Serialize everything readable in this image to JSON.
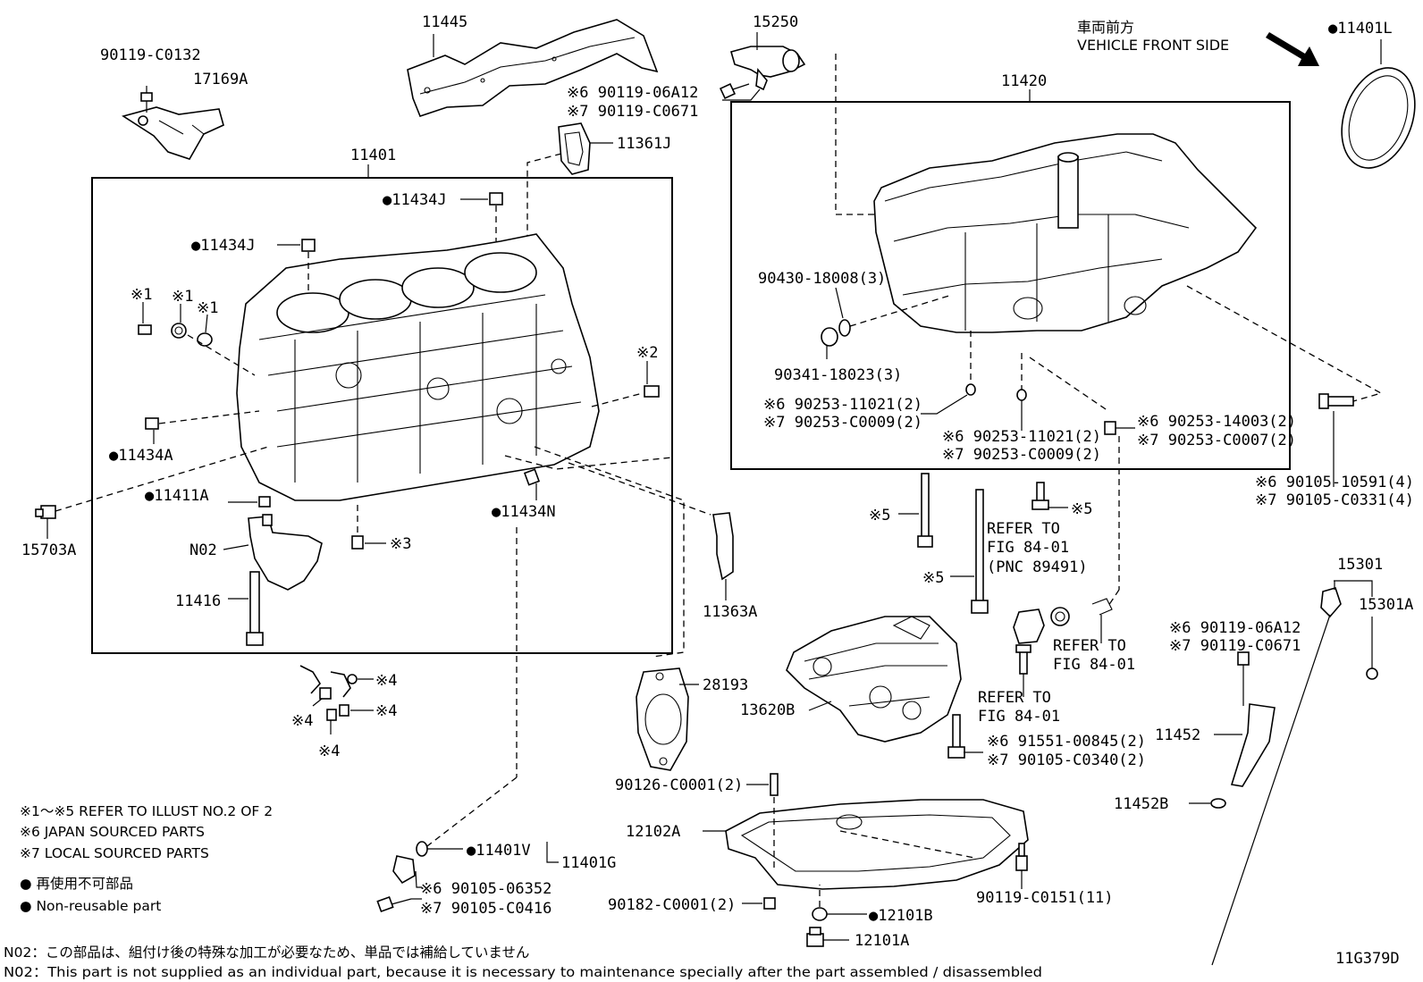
{
  "diagram_code": "11G379D",
  "header": {
    "direction_jp": "車両前方",
    "direction_en": "VEHICLE FRONT SIDE"
  },
  "labels": {
    "p90119_C0132": "90119-C0132",
    "p17169A": "17169A",
    "p11445": "11445",
    "p15250": "15250",
    "p90119_06A12_a": "※6 90119-06A12",
    "p90119_C0671_a": "※7 90119-C0671",
    "p11361J": "11361J",
    "p11420": "11420",
    "p11401L": "●11401L",
    "p11401": "11401",
    "p11434J_a": "●11434J",
    "p11434J_b": "●11434J",
    "star1_a": "※1",
    "star1_b": "※1",
    "star1_c": "※1",
    "star2": "※2",
    "p11434A": "●11434A",
    "p11411A": "●11411A",
    "p11434N": "●11434N",
    "p15703A": "15703A",
    "pN02": "N02",
    "star3": "※3",
    "p11416": "11416",
    "p11363A": "11363A",
    "p90430": "90430-18008(3)",
    "p90341": "90341-18023(3)",
    "p90253_11021_a": "※6 90253-11021(2)",
    "p90253_C0009_a": "※7 90253-C0009(2)",
    "p90253_11021_b": "※6 90253-11021(2)",
    "p90253_C0009_b": "※7 90253-C0009(2)",
    "p90253_14003": "※6 90253-14003(2)",
    "p90253_C0007": "※7 90253-C0007(2)",
    "p90105_10591": "※6 90105-10591(4)",
    "p90105_C0331": "※7 90105-C0331(4)",
    "star5_a": "※5",
    "star5_b": "※5",
    "star5_c": "※5",
    "refer1_a": "REFER TO",
    "refer1_b": "FIG 84-01",
    "refer1_c": "(PNC 89491)",
    "refer2_a": "REFER TO",
    "refer2_b": "FIG 84-01",
    "refer3_a": "REFER TO",
    "refer3_b": "FIG 84-01",
    "p15301": "15301",
    "p15301A": "15301A",
    "p90119_06A12_b": "※6 90119-06A12",
    "p90119_C0671_b": "※7 90119-C0671",
    "p28193": "28193",
    "p13620B": "13620B",
    "p91551": "※6 91551-00845(2)",
    "p90105_C0340": "※7 90105-C0340(2)",
    "p11452": "11452",
    "p11452B": "11452B",
    "star4_a": "※4",
    "star4_b": "※4",
    "star4_c": "※4",
    "star4_d": "※4",
    "p90126": "90126-C0001(2)",
    "p12102A": "12102A",
    "p11401V": "●11401V",
    "p11401G": "11401G",
    "p90105_06352": "※6 90105-06352",
    "p90105_C0416": "※7 90105-C0416",
    "p90182": "90182-C0001(2)",
    "p12101B": "●12101B",
    "p12101A": "12101A",
    "p90119_C0151": "90119-C0151(11)"
  },
  "legend": {
    "line1": "※1～※5  REFER TO ILLUST NO.2 OF 2",
    "line2": "※6 JAPAN SOURCED PARTS",
    "line3": "※7 LOCAL SOURCED PARTS",
    "line4": "● 再使用不可部品",
    "line5": "● Non-reusable part"
  },
  "footnote": {
    "jp": "N02：この部品は、組付け後の特殊な加工が必要なため、単品では補給していません",
    "en": "N02：This part is not supplied as an individual part, because it is necessary to maintenance specially after the part assembled / disassembled"
  }
}
